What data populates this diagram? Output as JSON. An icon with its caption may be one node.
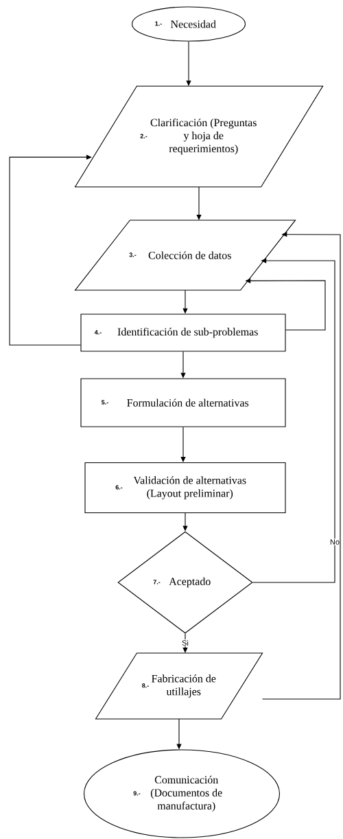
{
  "diagram": {
    "nodes": [
      {
        "text": [
          "1.-",
          "Necesidad"
        ]
      },
      {
        "text": [
          "2.-",
          "Clarificación (Preguntas y hoja de requerimientos)"
        ]
      },
      {
        "text": [
          "3.-",
          "Colección de datos"
        ]
      },
      {
        "text": [
          "4.-",
          "Identificación de sub-problemas"
        ]
      },
      {
        "text": [
          "5.-",
          "Formulación de alternativas"
        ]
      },
      {
        "text": [
          "6.-",
          "Validación de alternativas (Layout preliminar)"
        ]
      },
      {
        "text": [
          "7.-",
          "Aceptado"
        ]
      },
      {
        "text": [
          "8.-",
          "Fabricación de utillajes"
        ]
      },
      {
        "text": [
          "9.-",
          "Comunicación (Documentos de manufactura)"
        ]
      }
    ],
    "edges": [
      {
        "from": 0,
        "to": 1,
        "arrow": "to"
      },
      {
        "from": 1,
        "to": 2,
        "arrow": "to"
      },
      {
        "from": 2,
        "to": 3,
        "arrow": "to"
      },
      {
        "from": 3,
        "to": 1,
        "arrow": "to"
      },
      {
        "from": 3,
        "to": 2,
        "arrow": "to"
      },
      {
        "from": 3,
        "to": 4,
        "arrow": "to"
      },
      {
        "from": 4,
        "to": 5,
        "arrow": "to"
      },
      {
        "from": 5,
        "to": 6,
        "arrow": "to"
      },
      {
        "from": 6,
        "to": 2,
        "arrow": "to",
        "label": "No"
      },
      {
        "from": 6,
        "to": 7,
        "arrow": "to",
        "label": "Si"
      },
      {
        "from": 7,
        "to": 2,
        "arrow": "to"
      },
      {
        "from": 7,
        "to": 8,
        "arrow": "to"
      }
    ]
  }
}
